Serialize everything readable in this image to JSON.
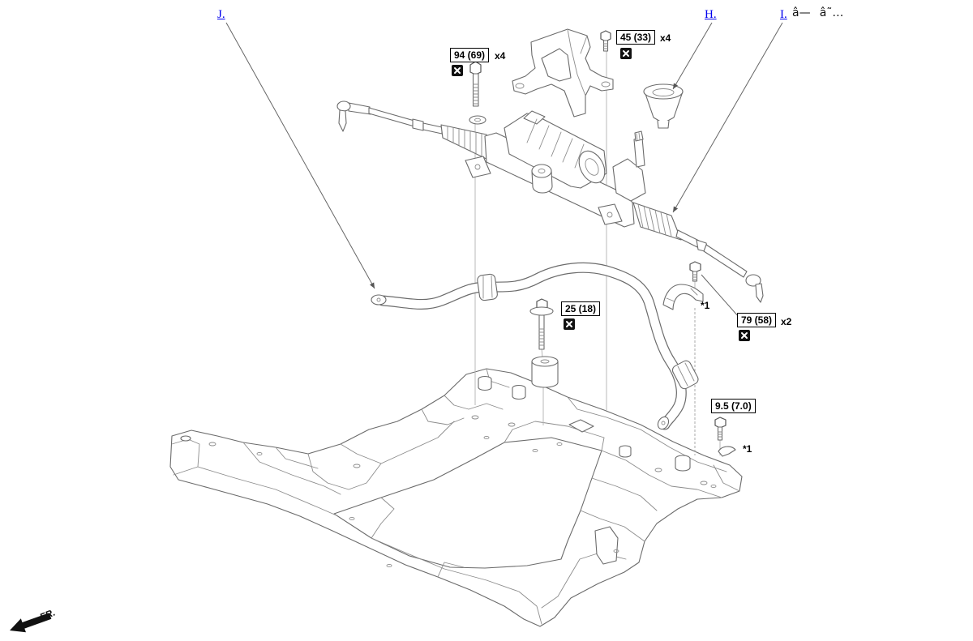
{
  "callouts": [
    {
      "label": "J."
    },
    {
      "label": "H."
    },
    {
      "label": "I.",
      "suffix": "â—â˜…"
    }
  ],
  "torques": [
    {
      "value": "94 (69)",
      "qty": "x4",
      "icon": "x-box-icon"
    },
    {
      "value": "45 (33)",
      "qty": "x4",
      "icon": "x-box-icon"
    },
    {
      "value": "25 (18)",
      "qty": "",
      "icon": "x-box-icon"
    },
    {
      "value": "79 (58)",
      "qty": "x2",
      "icon": "x-box-icon"
    },
    {
      "value": "9.5 (7.0)",
      "qty": ""
    }
  ],
  "notes": [
    "*1",
    "*1"
  ],
  "direction": {
    "label": "FR.",
    "icon": "front-arrow-icon"
  },
  "colors": {
    "link": "#0000ee",
    "line": "#6b6b6b",
    "guide": "#b8b8b8",
    "icon_bg": "#111111"
  }
}
